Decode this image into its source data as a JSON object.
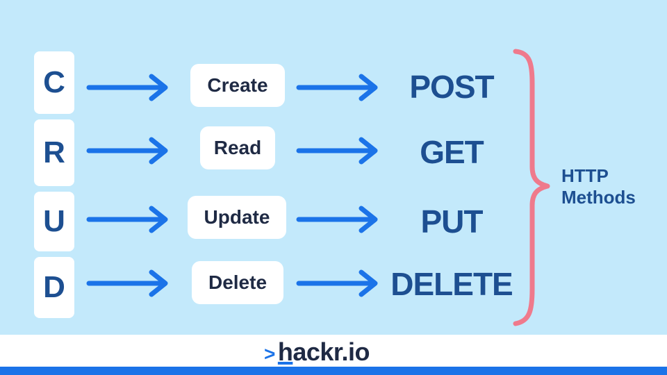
{
  "crud": {
    "letters": [
      "C",
      "R",
      "U",
      "D"
    ],
    "operations": [
      "Create",
      "Read",
      "Update",
      "Delete"
    ]
  },
  "http": {
    "methods": [
      "POST",
      "GET",
      "PUT",
      "DELETE"
    ],
    "group_label_line1": "HTTP",
    "group_label_line2": "Methods"
  },
  "logo": {
    "caret": ">",
    "text_h": "h",
    "text_rest": "ackr.io"
  },
  "colors": {
    "background": "#c3e9fb",
    "arrow": "#1b73e8",
    "brace": "#ef7a8c",
    "text_blue": "#1d4f91",
    "text_dark": "#1f2a44"
  }
}
